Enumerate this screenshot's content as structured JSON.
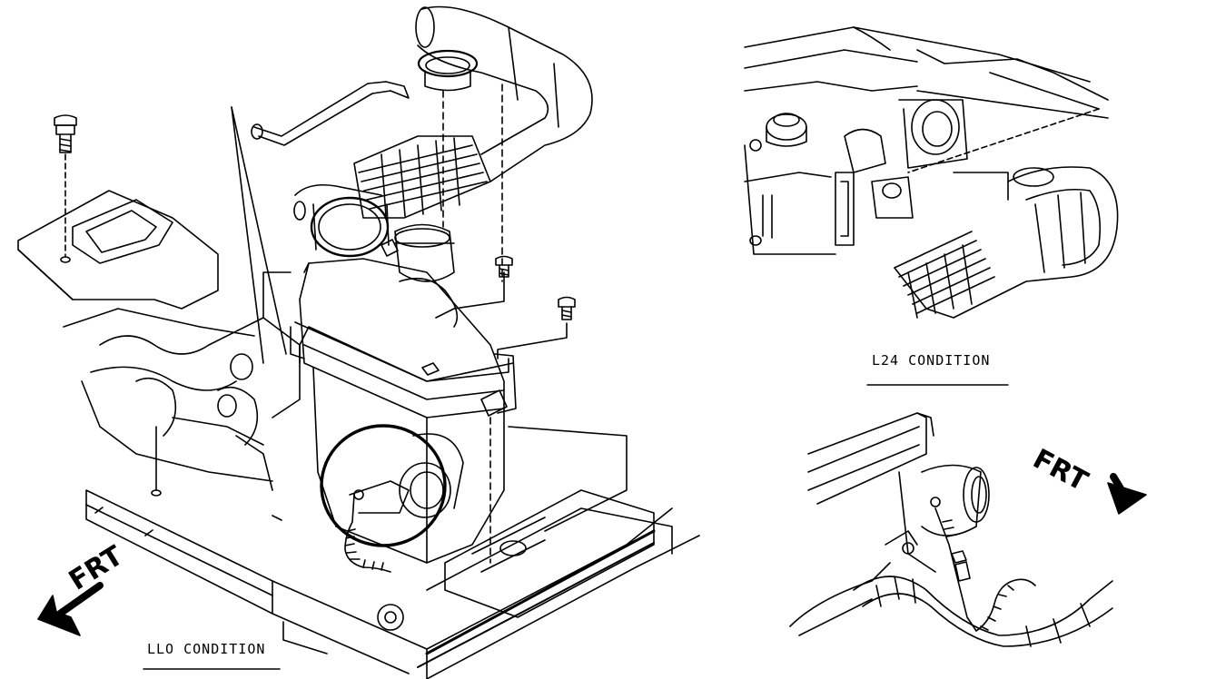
{
  "labels": {
    "llo_condition": "LLO CONDITION",
    "l24_condition": "L24 CONDITION",
    "frt_left": "FRT",
    "frt_right": "FRT"
  }
}
